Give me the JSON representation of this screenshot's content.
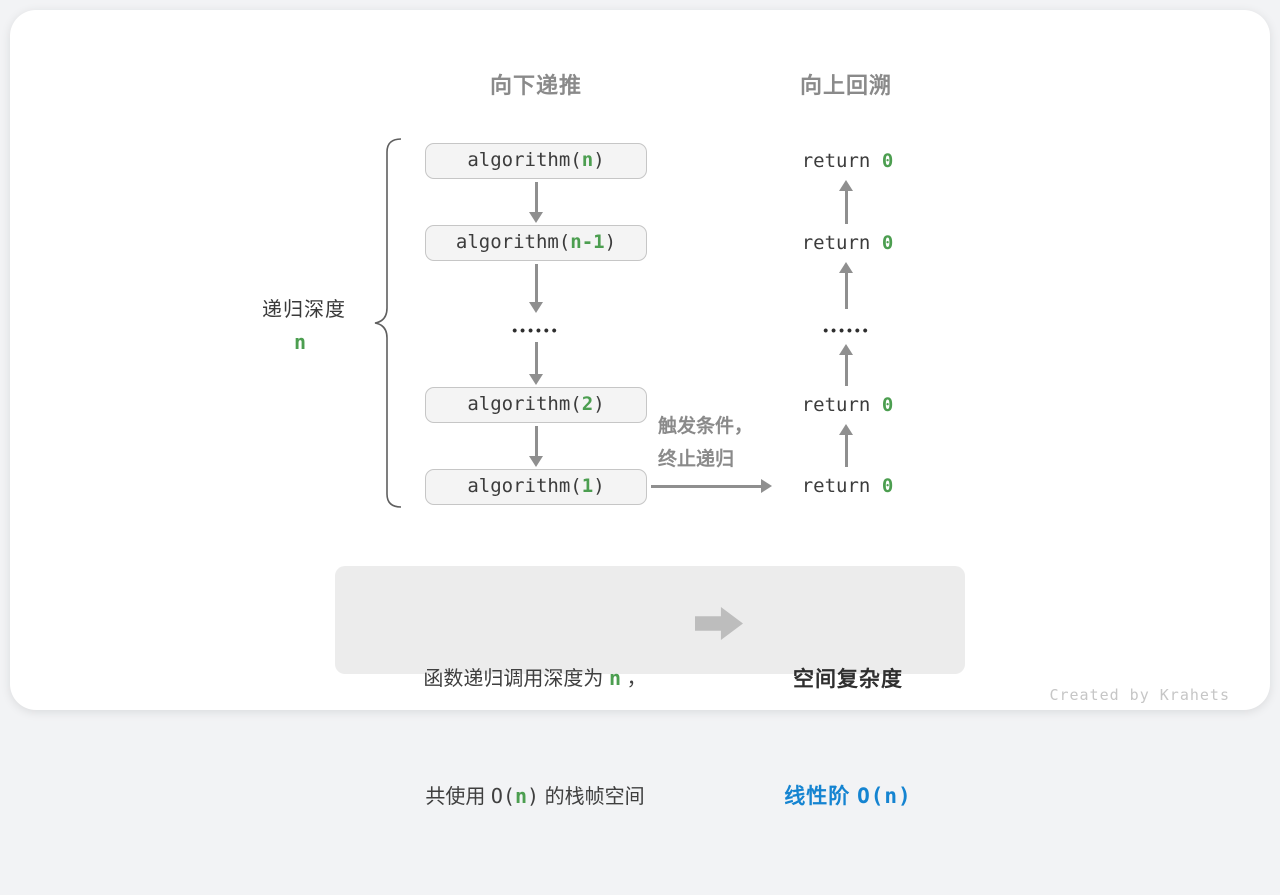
{
  "colors": {
    "green": "#4c9e50",
    "blue": "#1584d1",
    "header_gray": "#8a8a8a",
    "dark_text": "#3c3c3c",
    "arrow_gray": "#8f8f8f",
    "box_bg": "#f4f4f4",
    "box_border": "#c6c6c6",
    "panel_bg": "#ececec"
  },
  "headers": {
    "left": "向下递推",
    "right": "向上回溯"
  },
  "depth_label": {
    "text": "递归深度",
    "value": "n"
  },
  "call_stack": {
    "boxes": [
      {
        "pre": "algorithm(",
        "arg": "n",
        "suf": ")"
      },
      {
        "pre": "algorithm(",
        "arg": "n-1",
        "suf": ")"
      },
      {
        "pre": "algorithm(",
        "arg": "2",
        "suf": ")"
      },
      {
        "pre": "algorithm(",
        "arg": "1",
        "suf": ")"
      }
    ],
    "ellipsis": "••••••"
  },
  "returns": {
    "items": [
      {
        "kw": "return ",
        "val": "0"
      },
      {
        "kw": "return ",
        "val": "0"
      },
      {
        "kw": "return ",
        "val": "0"
      },
      {
        "kw": "return ",
        "val": "0"
      }
    ],
    "ellipsis": "••••••"
  },
  "trigger_note": {
    "line1": "触发条件，",
    "line2": "终止递归"
  },
  "summary": {
    "l1_pre": "函数递归调用深度为 ",
    "l1_var": "n",
    "l1_post": " ，",
    "l2_pre": "共使用 ",
    "l2_open": "O(",
    "l2_var": "n",
    "l2_close": ")",
    "l2_post": " 的栈帧空间",
    "right_title": "空间复杂度",
    "right_pre": "线性阶 ",
    "right_big_o": "O(n)"
  },
  "footer": {
    "credit": "Created by Krahets"
  }
}
